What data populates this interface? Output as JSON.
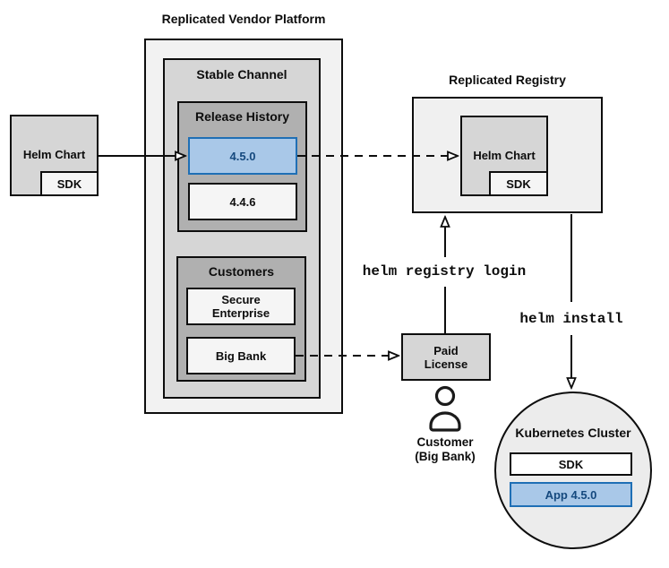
{
  "colors": {
    "accent_blue_fill": "#a9c8e8",
    "accent_blue_border": "#1f6fb5",
    "accent_blue_text": "#15497e",
    "container_light_gray": "#f2f2f2",
    "container_mid_gray": "#d6d6d6",
    "container_dark_gray": "#b0b0b0",
    "node_light_gray": "#f5f5f5",
    "line_black": "#0d0d0d"
  },
  "vendor_platform": {
    "title": "Replicated Vendor Platform",
    "stable_channel": {
      "title": "Stable Channel",
      "release_history": {
        "title": "Release History",
        "releases": [
          {
            "version": "4.5.0",
            "highlighted": true
          },
          {
            "version": "4.4.6",
            "highlighted": false
          }
        ]
      },
      "customers": {
        "title": "Customers",
        "items": [
          {
            "name": "Secure Enterprise"
          },
          {
            "name": "Big Bank"
          }
        ]
      }
    }
  },
  "source_helm_chart": {
    "label": "Helm Chart",
    "sdk": "SDK"
  },
  "registry": {
    "title": "Replicated Registry",
    "helm_chart": {
      "label": "Helm Chart",
      "sdk": "SDK"
    }
  },
  "paid_license": {
    "label": "Paid License"
  },
  "customer": {
    "line1": "Customer",
    "line2": "(Big Bank)"
  },
  "kubernetes_cluster": {
    "title": "Kubernetes Cluster",
    "sdk": "SDK",
    "app": "App 4.5.0"
  },
  "commands": {
    "registry_login": "helm registry login",
    "install": "helm install"
  }
}
